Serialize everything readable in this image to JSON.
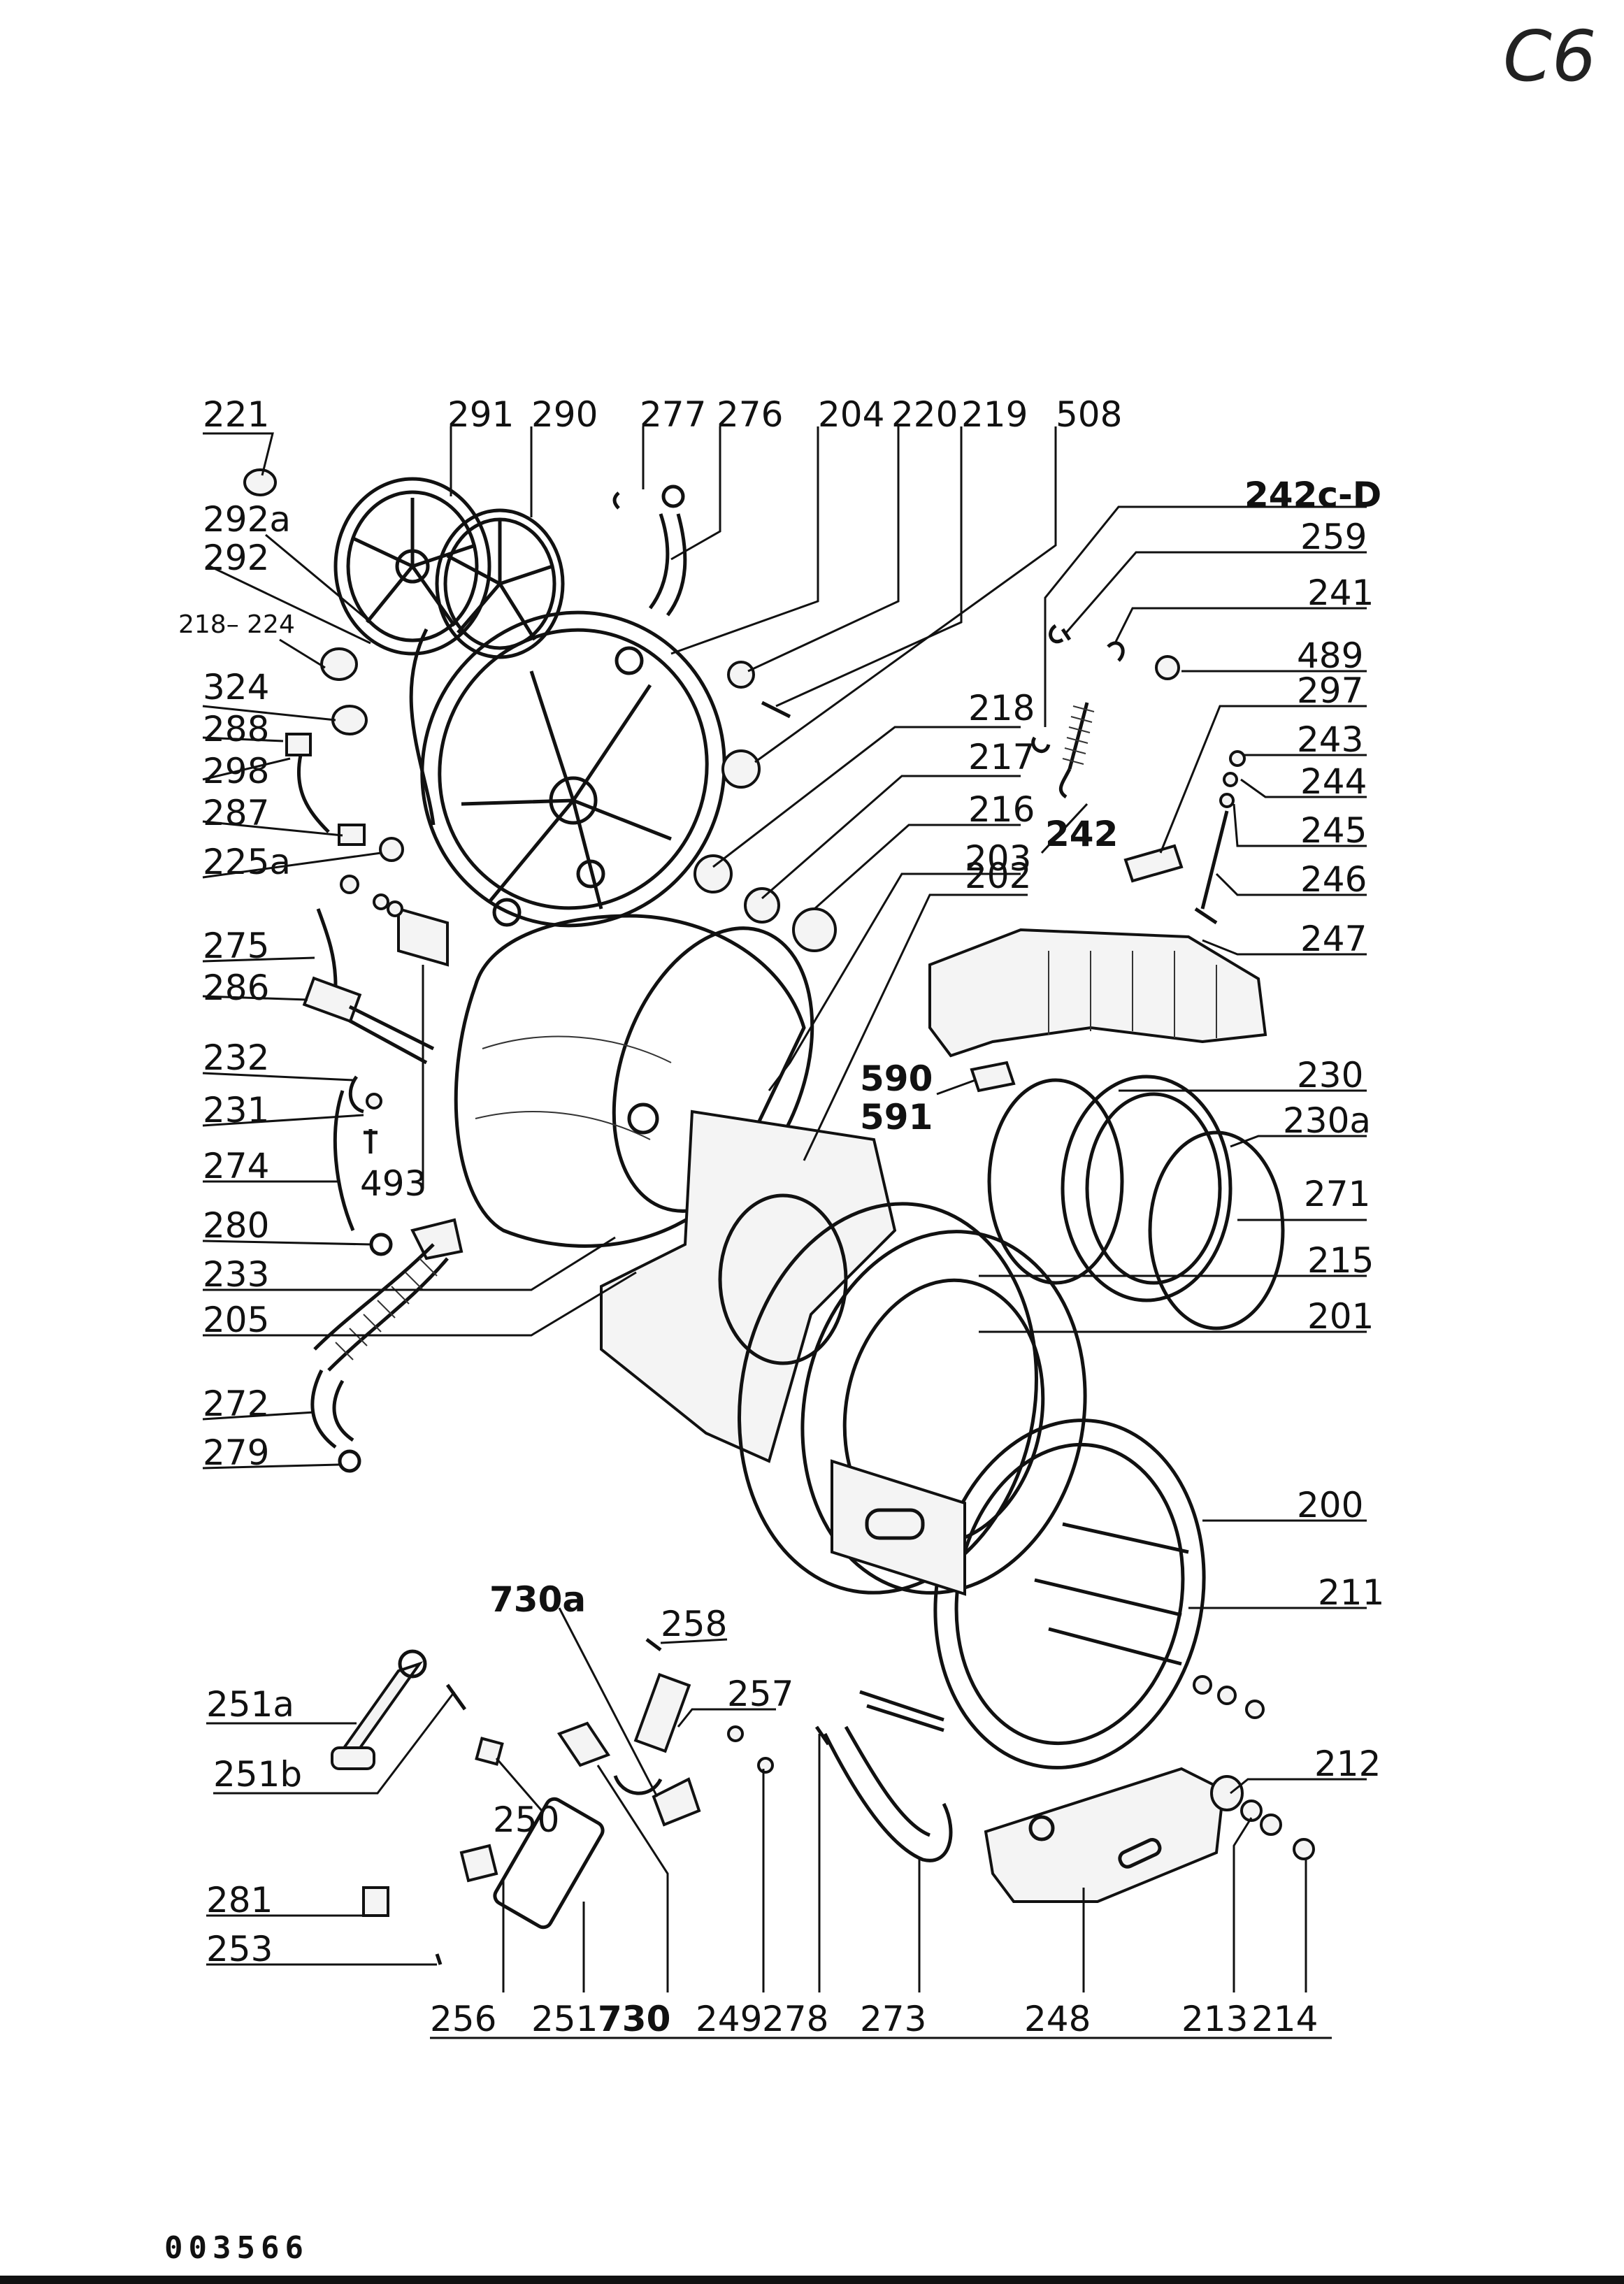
{
  "page": {
    "corner_mark": "C6",
    "document_number": "003566"
  },
  "callouts": [
    {
      "id": "221",
      "text": "221"
    },
    {
      "id": "291",
      "text": "291"
    },
    {
      "id": "290",
      "text": "290"
    },
    {
      "id": "277",
      "text": "277"
    },
    {
      "id": "276",
      "text": "276"
    },
    {
      "id": "204",
      "text": "204"
    },
    {
      "id": "220",
      "text": "220"
    },
    {
      "id": "219",
      "text": "219"
    },
    {
      "id": "508",
      "text": "508"
    },
    {
      "id": "242c-d",
      "text": "242c-D"
    },
    {
      "id": "292a",
      "text": "292a"
    },
    {
      "id": "292",
      "text": "292"
    },
    {
      "id": "218-224",
      "text": "218– 224"
    },
    {
      "id": "324",
      "text": "324"
    },
    {
      "id": "288",
      "text": "288"
    },
    {
      "id": "298",
      "text": "298"
    },
    {
      "id": "287",
      "text": "287"
    },
    {
      "id": "225a",
      "text": "225a"
    },
    {
      "id": "275",
      "text": "275"
    },
    {
      "id": "286",
      "text": "286"
    },
    {
      "id": "232",
      "text": "232"
    },
    {
      "id": "231",
      "text": "231"
    },
    {
      "id": "274",
      "text": "274"
    },
    {
      "id": "493",
      "text": "493"
    },
    {
      "id": "280",
      "text": "280"
    },
    {
      "id": "233",
      "text": "233"
    },
    {
      "id": "205",
      "text": "205"
    },
    {
      "id": "272",
      "text": "272"
    },
    {
      "id": "279",
      "text": "279"
    },
    {
      "id": "259",
      "text": "259"
    },
    {
      "id": "241",
      "text": "241"
    },
    {
      "id": "489",
      "text": "489"
    },
    {
      "id": "297",
      "text": "297"
    },
    {
      "id": "243",
      "text": "243"
    },
    {
      "id": "244",
      "text": "244"
    },
    {
      "id": "245",
      "text": "245"
    },
    {
      "id": "246",
      "text": "246"
    },
    {
      "id": "247",
      "text": "247"
    },
    {
      "id": "218",
      "text": "218"
    },
    {
      "id": "217",
      "text": "217"
    },
    {
      "id": "216",
      "text": "216"
    },
    {
      "id": "203",
      "text": "203"
    },
    {
      "id": "242",
      "text": "242"
    },
    {
      "id": "202",
      "text": "202"
    },
    {
      "id": "590",
      "text": "590"
    },
    {
      "id": "591",
      "text": "591"
    },
    {
      "id": "230",
      "text": "230"
    },
    {
      "id": "230a",
      "text": "230a"
    },
    {
      "id": "271",
      "text": "271"
    },
    {
      "id": "215",
      "text": "215"
    },
    {
      "id": "201",
      "text": "201"
    },
    {
      "id": "200",
      "text": "200"
    },
    {
      "id": "211",
      "text": "211"
    },
    {
      "id": "212",
      "text": "212"
    },
    {
      "id": "730a",
      "text": "730a"
    },
    {
      "id": "258",
      "text": "258"
    },
    {
      "id": "257",
      "text": "257"
    },
    {
      "id": "251a",
      "text": "251a"
    },
    {
      "id": "251b",
      "text": "251b"
    },
    {
      "id": "250",
      "text": "250"
    },
    {
      "id": "281",
      "text": "281"
    },
    {
      "id": "253",
      "text": "253"
    },
    {
      "id": "256",
      "text": "256"
    },
    {
      "id": "251",
      "text": "251"
    },
    {
      "id": "730",
      "text": "730"
    },
    {
      "id": "249",
      "text": "249"
    },
    {
      "id": "278",
      "text": "278"
    },
    {
      "id": "273",
      "text": "273"
    },
    {
      "id": "248",
      "text": "248"
    },
    {
      "id": "213",
      "text": "213"
    },
    {
      "id": "214",
      "text": "214"
    }
  ]
}
